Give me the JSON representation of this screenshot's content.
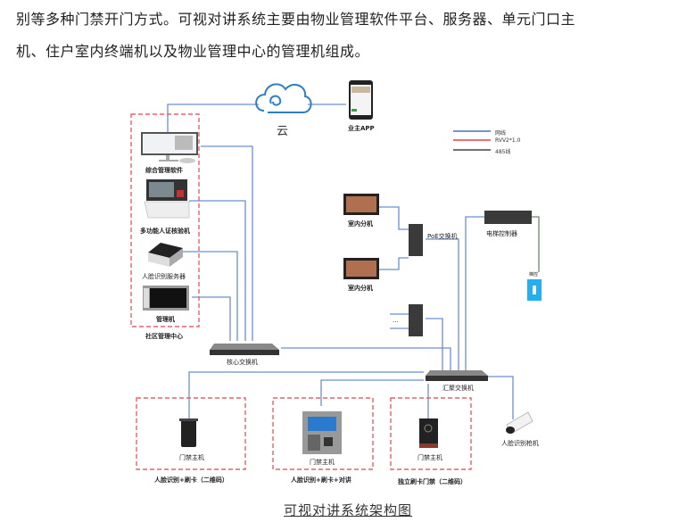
{
  "paragraph": {
    "line1": "别等多种门禁开门方式。可视对讲系统主要由物业管理软件平台、服务器、单元门口主",
    "line2": "机、住户室内终端机以及物业管理中心的管理机组成。"
  },
  "diagram": {
    "cloud_label": "云",
    "owner_app": "业主APP",
    "legend": [
      {
        "label": "网线",
        "color": "#4472c4"
      },
      {
        "label": "RVV2*1.0",
        "color": "#e0404a"
      },
      {
        "label": "485线",
        "color": "#444444"
      }
    ],
    "management_center": {
      "title": "社区管理中心",
      "items": [
        "综合管理软件",
        "多功能人证核验机",
        "人脸识别服务器",
        "管理机"
      ]
    },
    "indoor_units": [
      "室内分机",
      "室内分机"
    ],
    "poe_switch": "PoE交换机",
    "ellipsis": "...",
    "elevator_controller": "电梯控制器",
    "elevator_small": "梯控",
    "core_switch": "核心交换机",
    "aggregation_switch": "汇聚交换机",
    "door_groups": [
      {
        "device": "门禁主机",
        "caption": "人脸识别+刷卡（二维码）"
      },
      {
        "device": "门禁主机",
        "caption": "人脸识别+刷卡+对讲"
      },
      {
        "device": "门禁主机",
        "caption": "独立刷卡门禁（二维码）"
      }
    ],
    "face_camera": "人脸识别枪机",
    "colors": {
      "network": "#4472c4",
      "dashed": "#e8606a",
      "green_line": "#5a8a5a",
      "elevator_blue": "#22b0f0"
    }
  },
  "figure_caption": "可视对讲系统架构图"
}
